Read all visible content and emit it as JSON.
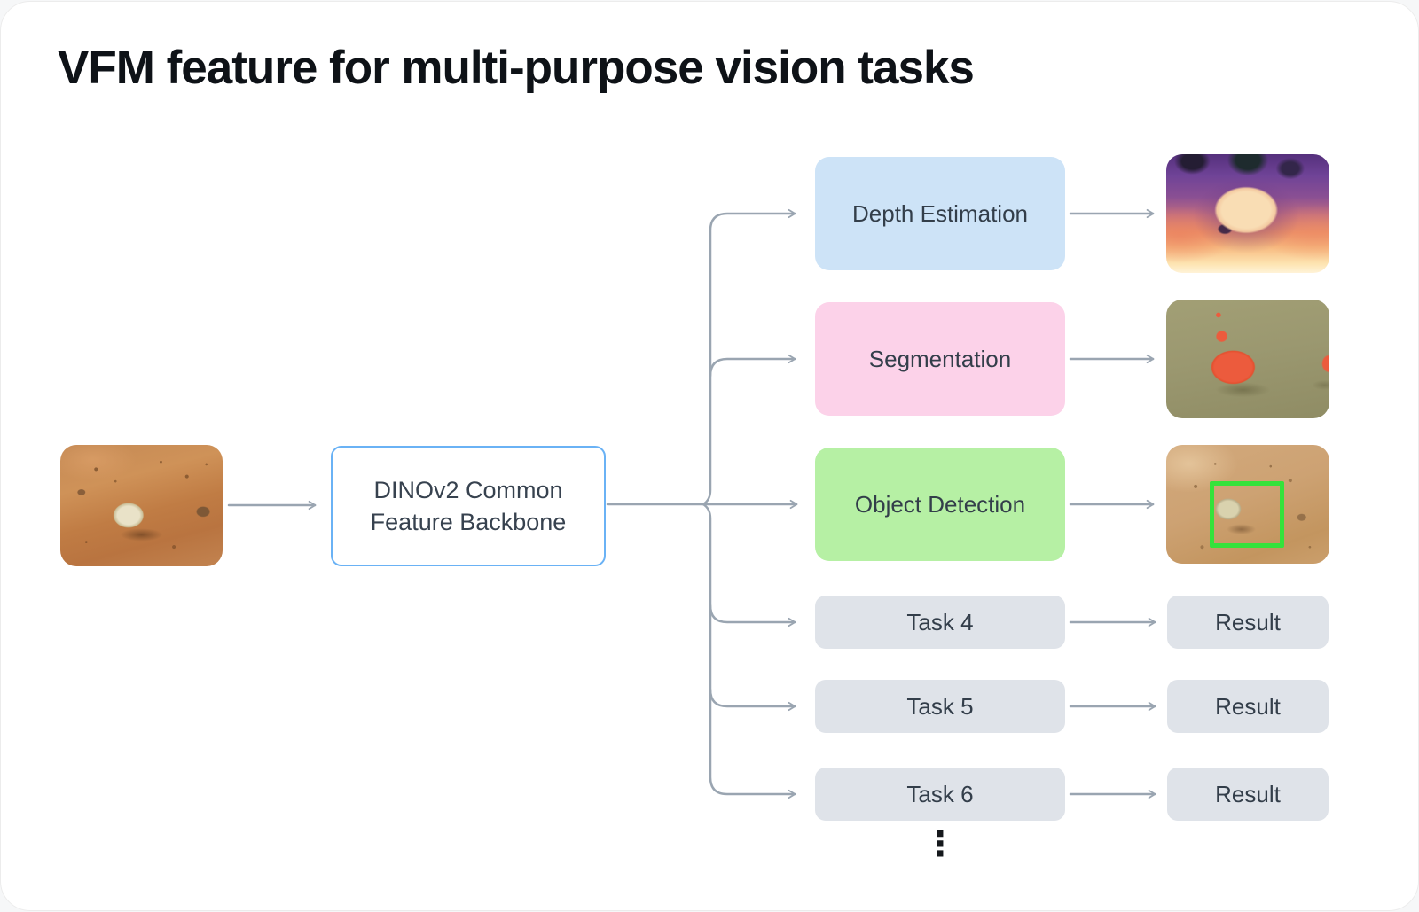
{
  "title": "VFM feature for multi-purpose vision tasks",
  "input_image": {
    "description": "mars terrain photo with light rock"
  },
  "backbone": {
    "line1": "DINOv2 Common",
    "line2": "Feature Backbone"
  },
  "tasks": [
    {
      "label": "Depth Estimation",
      "fill": "#cde3f7",
      "result": "depth map image"
    },
    {
      "label": "Segmentation",
      "fill": "#fcd2e9",
      "result": "segmentation mask image"
    },
    {
      "label": "Object Detection",
      "fill": "#b6f0a4",
      "result": "detection image with bounding box"
    },
    {
      "label": "Task 4",
      "fill": "#dfe3e9",
      "result_label": "Result"
    },
    {
      "label": "Task 5",
      "fill": "#dfe3e9",
      "result_label": "Result"
    },
    {
      "label": "Task 6",
      "fill": "#dfe3e9",
      "result_label": "Result"
    }
  ],
  "ellipsis_icon": "⋮",
  "colors": {
    "arrow": "#9aa5b1",
    "backbone_border": "#6ab2f5",
    "label_text": "#333e4a",
    "title_text": "#0e1217",
    "detection_bbox": "#35e23b",
    "result_fill": "#dfe3e9"
  }
}
